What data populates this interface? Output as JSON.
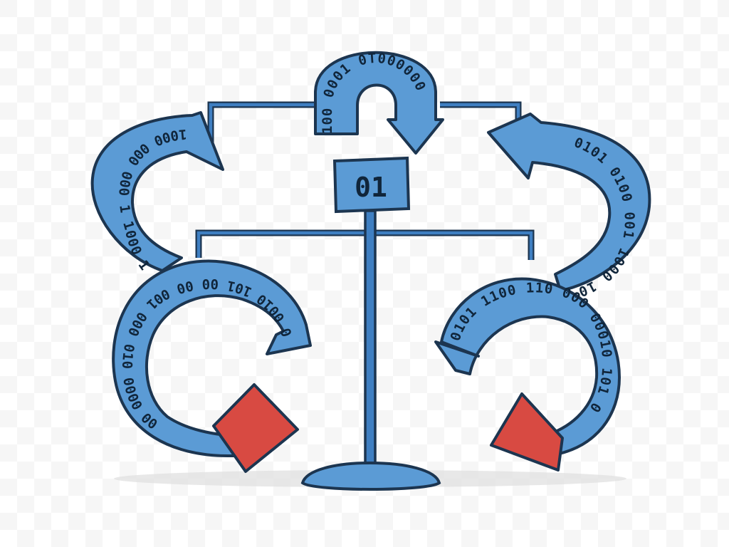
{
  "center_box": {
    "label": "01"
  },
  "loops": {
    "top_center": {
      "bits": "100 0001 0T000000"
    },
    "upper_left": {
      "bits": "1000 000 000 1 1000 1"
    },
    "upper_right": {
      "bits": "0101 0100 001 1000 100"
    },
    "lower_left": {
      "bits": "0 0010 101 00 00 001 000 010 0000 00"
    },
    "lower_right": {
      "bits": "0101 1100 110 000 00010 101 0"
    }
  },
  "colors": {
    "band_fill": "#5b9bd5",
    "band_outline": "#1c3550",
    "frame_fill": "#3f7fc2",
    "arrowhead_red": "#d84a42",
    "background": "#ffffff"
  },
  "icons": [
    "balance-scale-icon",
    "cycle-arrow-icon",
    "binary-tag-icon"
  ]
}
